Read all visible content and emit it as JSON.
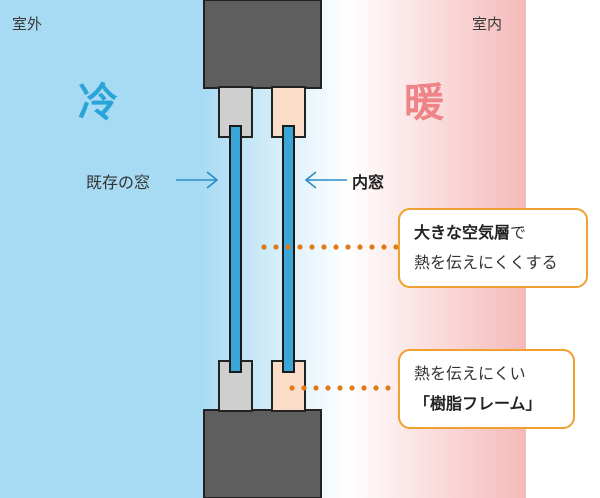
{
  "regions": {
    "outdoor_label": "室外",
    "indoor_label": "室内",
    "cold_label": "冷",
    "warm_label": "暖"
  },
  "labels": {
    "existing_window": "既存の窓",
    "inner_window": "内窓"
  },
  "callouts": [
    {
      "bold": "大きな空気層",
      "tail": "で",
      "line2": "熱を伝えにくくする"
    },
    {
      "line1": "熱を伝えにくい",
      "bold": "「樹脂フレーム」"
    }
  ],
  "colors": {
    "cold_bg": "#a7daf3",
    "warm_bg": "#f5b9b9",
    "cold_text": "#2aa4d8",
    "warm_text": "#ee8487",
    "frame": "#5e5e5e",
    "glass": "#3aa6d8",
    "aluminium_sash": "#cfcfcf",
    "resin_sash": "#fbdcc8",
    "accent": "#f0a030",
    "dots": "#e07a18"
  }
}
